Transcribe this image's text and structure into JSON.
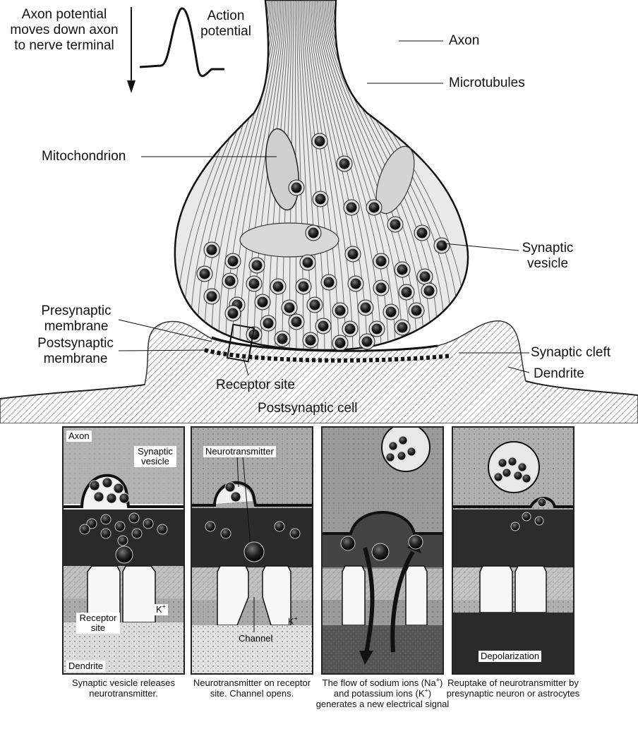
{
  "top_labels": {
    "axon_potential": "Axon potential moves down axon to nerve terminal",
    "action_potential": "Action potential",
    "axon": "Axon",
    "microtubules": "Microtubules",
    "mitochondrion": "Mitochondrion",
    "synaptic_vesicle": "Synaptic vesicle",
    "presynaptic_membrane": "Presynaptic membrane",
    "postsynaptic_membrane": "Postsynaptic membrane",
    "synaptic_cleft": "Synaptic cleft",
    "dendrite": "Dendrite",
    "receptor_site": "Receptor site",
    "postsynaptic_cell": "Postsynaptic cell"
  },
  "panels": [
    {
      "tags": [
        "Axon",
        "Synaptic vesicle",
        "Receptor site",
        "K+",
        "Dendrite"
      ],
      "caption": "Synaptic vesicle releases neurotransmitter."
    },
    {
      "tags": [
        "Neurotransmitter",
        "Channel",
        "K+"
      ],
      "caption": "Neurotransmitter on receptor site. Channel opens."
    },
    {
      "tags": [],
      "caption_parts": [
        "The flow of sodium ions (Na",
        "+",
        ") and potassium ions (K",
        "+",
        ") generates a new electrical signal"
      ]
    },
    {
      "tags": [
        "Depolarization"
      ],
      "caption": "Reuptake of neurotransmitter by presynaptic neuron or astrocytes"
    }
  ],
  "colors": {
    "ink": "#111111",
    "dark_cleft": "#1e1e1e",
    "background": "#ffffff"
  }
}
